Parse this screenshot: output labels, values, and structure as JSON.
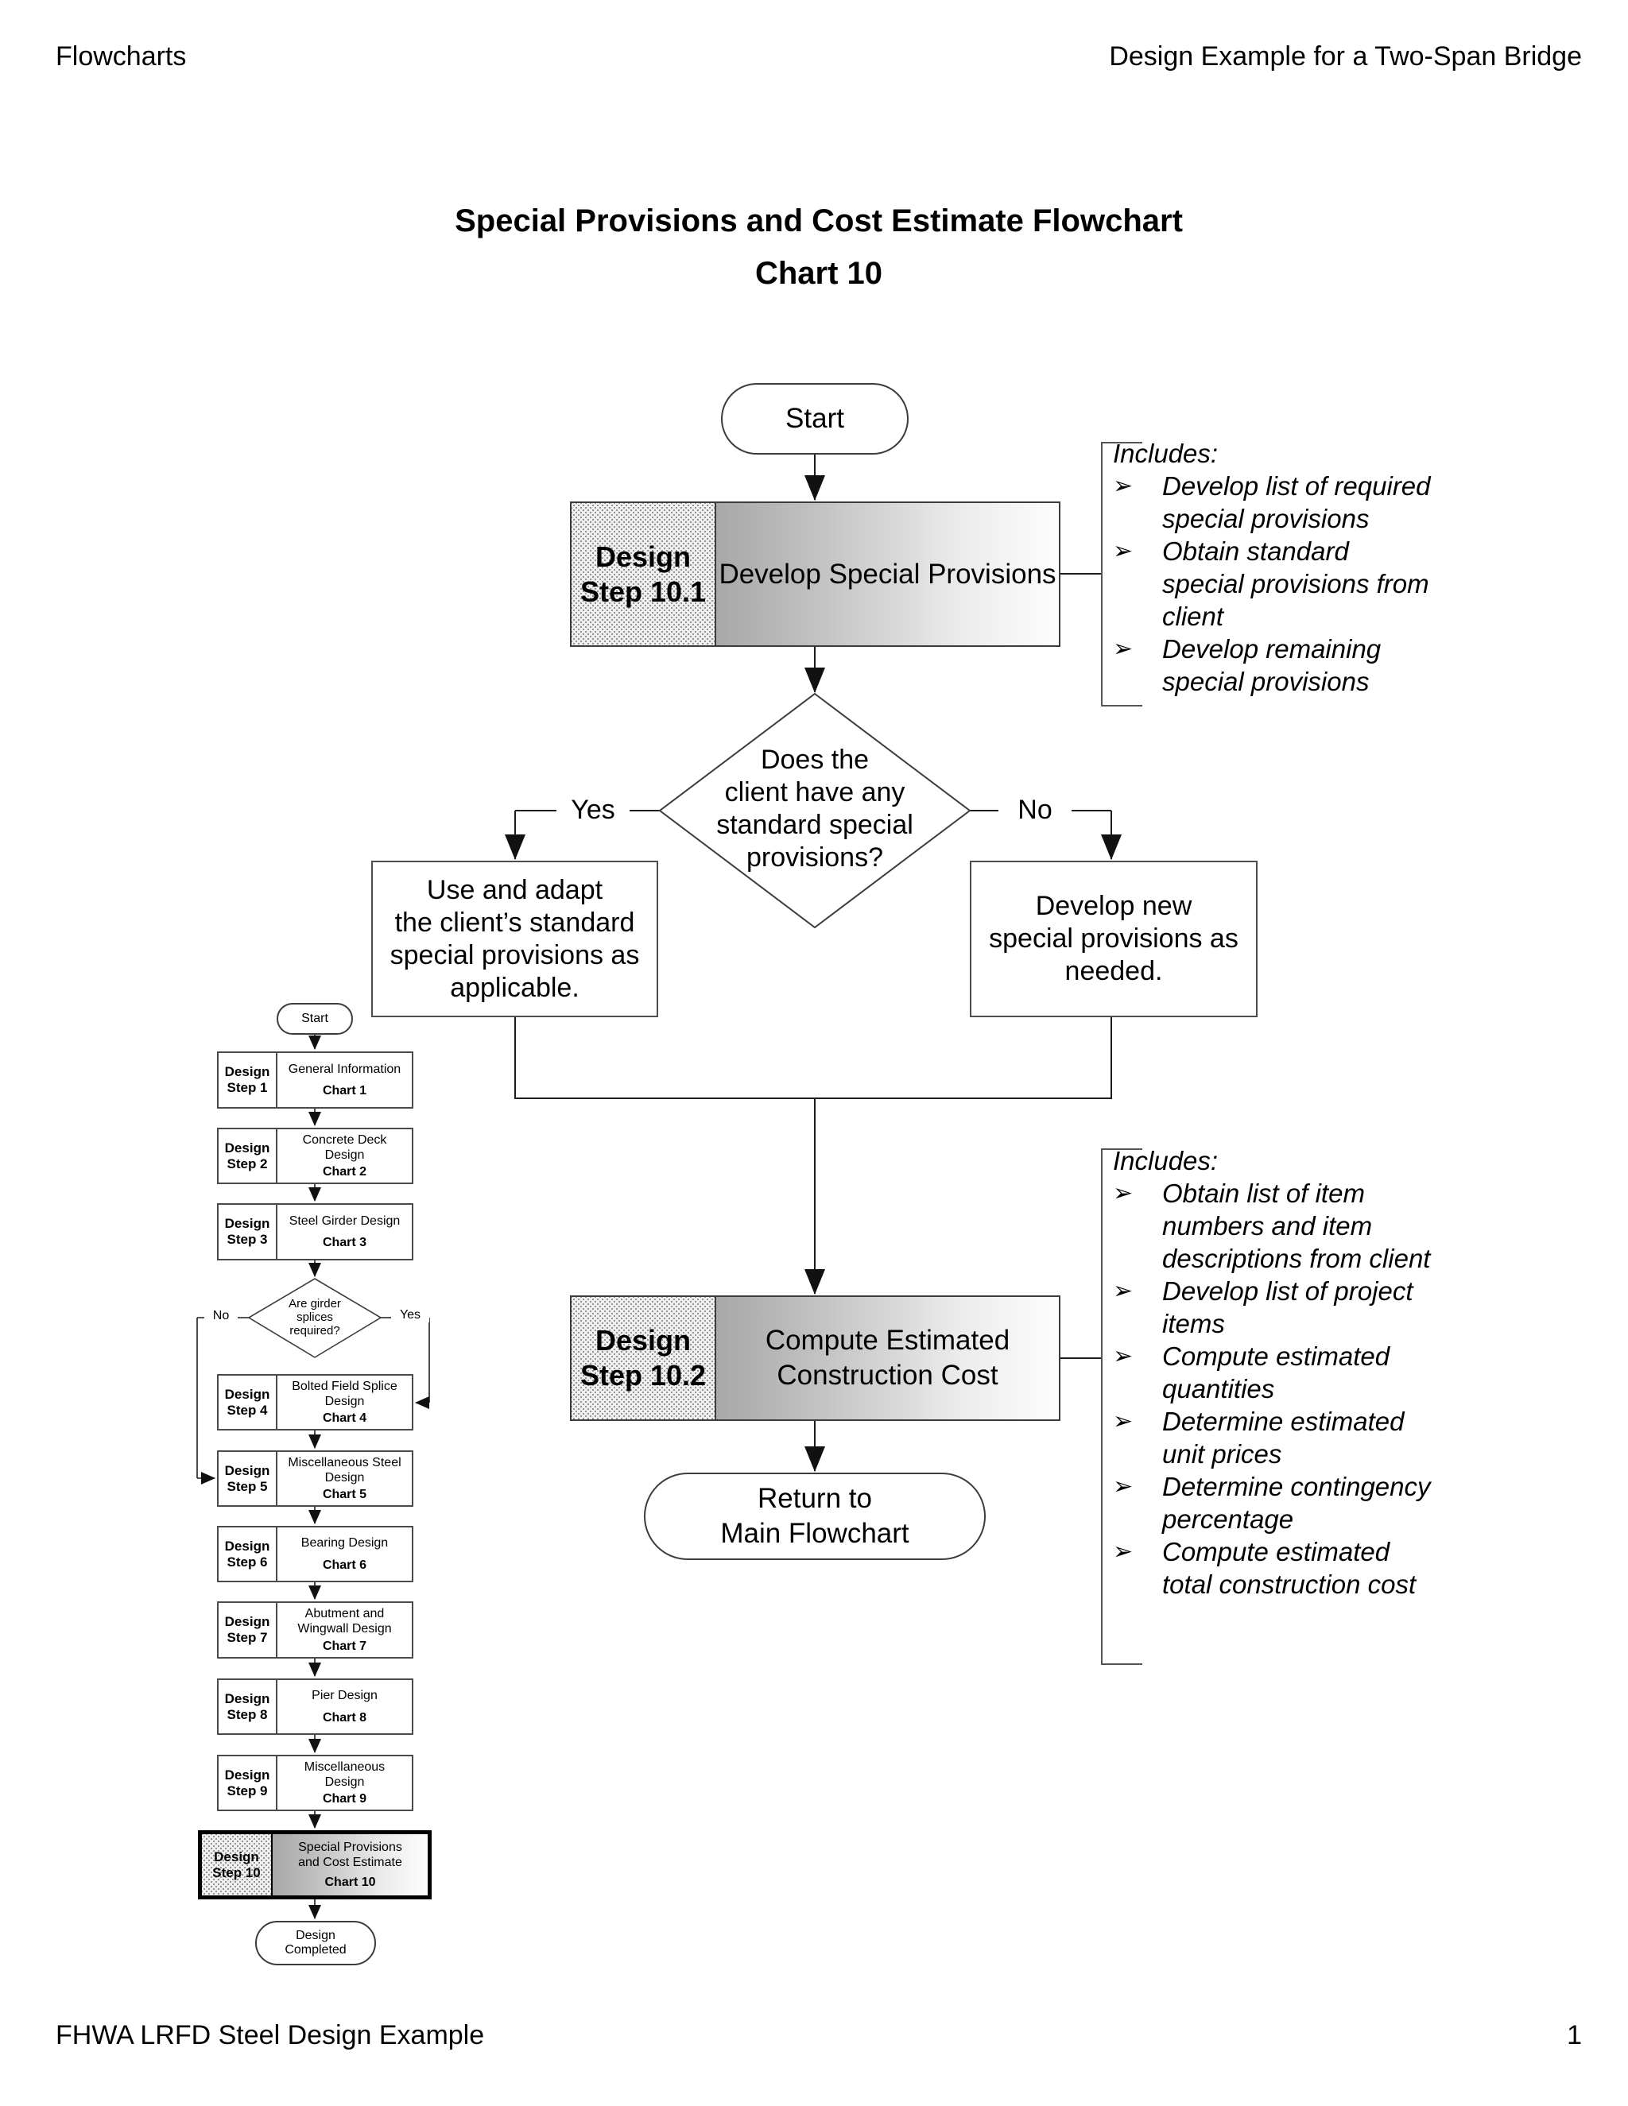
{
  "header": {
    "left": "Flowcharts",
    "right": "Design Example for a Two-Span Bridge"
  },
  "title": {
    "line1": "Special Provisions and Cost Estimate Flowchart",
    "line2": "Chart 10"
  },
  "flow": {
    "start_label": "Start",
    "step_10_1": {
      "step": [
        "Design",
        "Step 10.1"
      ],
      "label": "Develop Special Provisions"
    },
    "includes_1": {
      "heading": "Includes:",
      "items": [
        [
          "Develop list of required",
          "special provisions"
        ],
        [
          "Obtain standard",
          "special provisions from",
          "client"
        ],
        [
          "Develop remaining",
          "special provisions"
        ]
      ]
    },
    "decision": {
      "label": [
        "Does the",
        "client have any",
        "standard special",
        "provisions?"
      ],
      "yes": "Yes",
      "no": "No"
    },
    "yes_box": [
      "Use and adapt",
      "the client’s standard",
      "special provisions as",
      "applicable."
    ],
    "no_box": [
      "Develop new",
      "special provisions as",
      "needed."
    ],
    "step_10_2": {
      "step": [
        "Design",
        "Step 10.2"
      ],
      "label": [
        "Compute Estimated",
        "Construction Cost"
      ]
    },
    "includes_2": {
      "heading": "Includes:",
      "items": [
        [
          "Obtain list of item",
          "numbers and item",
          "descriptions from client"
        ],
        [
          "Develop list of project",
          "items"
        ],
        [
          "Compute estimated",
          "quantities"
        ],
        [
          "Determine estimated",
          "unit prices"
        ],
        [
          "Determine contingency",
          "percentage"
        ],
        [
          "Compute estimated",
          "total construction cost"
        ]
      ]
    },
    "return_label": [
      "Return to",
      "Main Flowchart"
    ]
  },
  "sidebar": {
    "start_label": "Start",
    "steps": [
      {
        "step": [
          "Design",
          "Step 1"
        ],
        "label": [
          "General Information"
        ],
        "chart": "Chart 1"
      },
      {
        "step": [
          "Design",
          "Step 2"
        ],
        "label": [
          "Concrete Deck",
          "Design"
        ],
        "chart": "Chart 2"
      },
      {
        "step": [
          "Design",
          "Step 3"
        ],
        "label": [
          "Steel Girder Design"
        ],
        "chart": "Chart 3"
      },
      {
        "step": [
          "Design",
          "Step 4"
        ],
        "label": [
          "Bolted Field Splice",
          "Design"
        ],
        "chart": "Chart 4"
      },
      {
        "step": [
          "Design",
          "Step 5"
        ],
        "label": [
          "Miscellaneous Steel",
          "Design"
        ],
        "chart": "Chart 5"
      },
      {
        "step": [
          "Design",
          "Step 6"
        ],
        "label": [
          "Bearing Design"
        ],
        "chart": "Chart 6"
      },
      {
        "step": [
          "Design",
          "Step 7"
        ],
        "label": [
          "Abutment and",
          "Wingwall Design"
        ],
        "chart": "Chart 7"
      },
      {
        "step": [
          "Design",
          "Step 8"
        ],
        "label": [
          "Pier Design"
        ],
        "chart": "Chart 8"
      },
      {
        "step": [
          "Design",
          "Step 9"
        ],
        "label": [
          "Miscellaneous",
          "Design"
        ],
        "chart": "Chart 9"
      },
      {
        "step": [
          "Design",
          "Step 10"
        ],
        "label": [
          "Special Provisions",
          "and Cost Estimate"
        ],
        "chart": "Chart 10"
      }
    ],
    "decision": {
      "label": [
        "Are girder",
        "splices",
        "required?"
      ],
      "yes": "Yes",
      "no": "No"
    },
    "end_label": [
      "Design",
      "Completed"
    ]
  },
  "footer": {
    "left": "FHWA LRFD Steel Design Example",
    "page": "1"
  },
  "glyphs": {
    "bullet": "➢"
  },
  "colors": {
    "line": "#1c1c1c",
    "box_border": "#3c3c3c",
    "gradient_start": "#a8a8a8",
    "gradient_end": "#fdfdfd",
    "hatch_dot": "#949494",
    "hatch_bg": "#efefef"
  }
}
